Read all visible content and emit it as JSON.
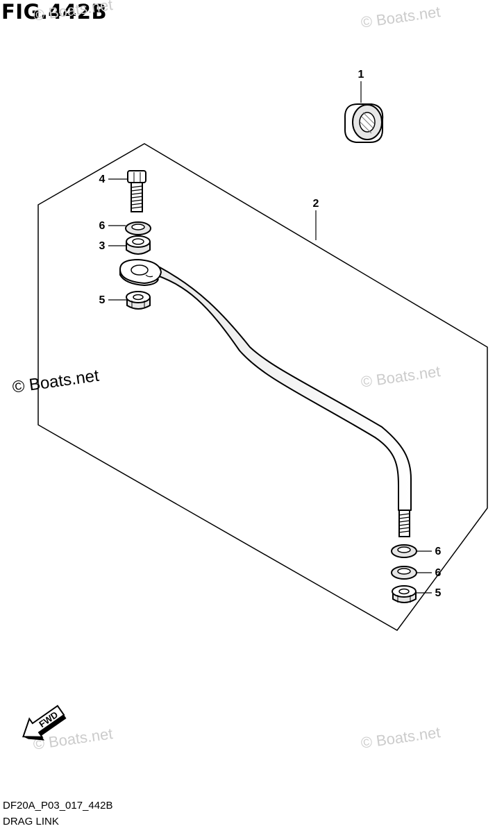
{
  "figure": {
    "title": "FIG.442B",
    "code": "DF20A_P03_017_442B",
    "name": "DRAG LINK"
  },
  "watermark": {
    "text": "© Boats.net"
  },
  "callouts": {
    "part1": "1",
    "part2": "2",
    "part3": "3",
    "part4": "4",
    "part5_top": "5",
    "part6_top": "6",
    "part6_right_a": "6",
    "part6_right_b": "6",
    "part5_right": "5"
  },
  "direction": {
    "label": "FWD"
  }
}
